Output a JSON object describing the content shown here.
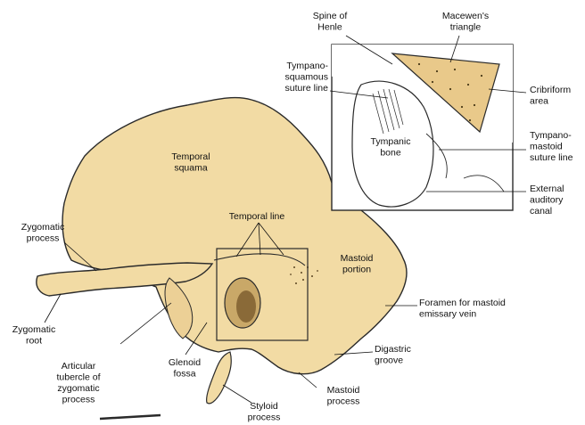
{
  "colors": {
    "bone_fill": "#f2dba4",
    "bone_outline": "#2a2a2a",
    "triangle_fill": "#e9c98a",
    "label_text": "#111111",
    "leader_line": "#111111",
    "background": "#ffffff"
  },
  "labels": {
    "temporal_squama": [
      "Temporal",
      "squama"
    ],
    "temporal_line": [
      "Temporal line"
    ],
    "zygomatic_process": [
      "Zygomatic",
      "process"
    ],
    "zygomatic_root": [
      "Zygomatic",
      "root"
    ],
    "articular_tubercle": [
      "Articular",
      "tubercle of",
      "zygomatic",
      "process"
    ],
    "glenoid_fossa": [
      "Glenoid",
      "fossa"
    ],
    "styloid_process": [
      "Styloid",
      "process"
    ],
    "mastoid_process": [
      "Mastoid",
      "process"
    ],
    "digastric_groove": [
      "Digastric",
      "groove"
    ],
    "foramen_mastoid": [
      "Foramen for mastoid",
      "emissary vein"
    ],
    "mastoid_portion": [
      "Mastoid",
      "portion"
    ],
    "spine_of_henle": [
      "Spine of",
      "Henle"
    ],
    "macewens_triangle": [
      "Macewen's",
      "triangle"
    ],
    "tympanosquamous": [
      "Tympano-",
      "squamous",
      "suture line"
    ],
    "cribriform_area": [
      "Cribriform",
      "area"
    ],
    "tympanic_bone": [
      "Tympanic",
      "bone"
    ],
    "tympanomastoid": [
      "Tympano-",
      "mastoid",
      "suture line"
    ],
    "external_auditory_canal": [
      "External",
      "auditory",
      "canal"
    ]
  }
}
